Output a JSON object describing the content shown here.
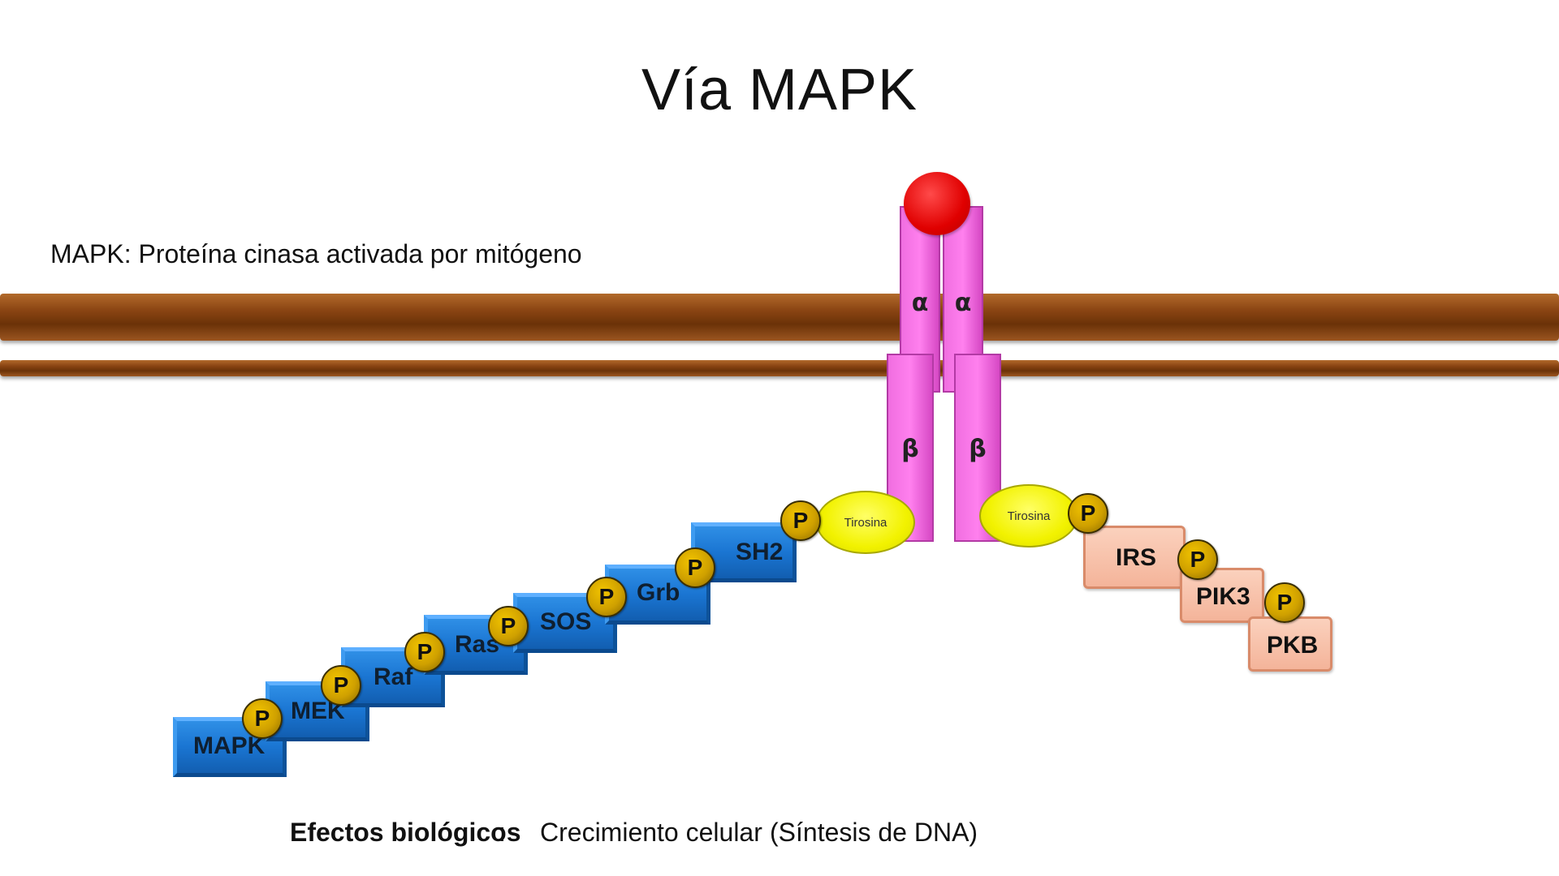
{
  "title": "Vía MAPK",
  "subtitle": "MAPK: Proteína cinasa activada por mitógeno",
  "receptor": {
    "alpha_left": "α",
    "alpha_right": "α",
    "beta_left": "β",
    "beta_right": "β",
    "tyrosine_left": "Tirosina",
    "tyrosine_right": "Tirosina"
  },
  "phospho_label": "P",
  "mapk_cascade": [
    "SH2",
    "Grb",
    "SOS",
    "Ras",
    "Raf",
    "MEK",
    "MAPK"
  ],
  "pi3k_cascade": [
    "IRS",
    "PIK3",
    "PKB"
  ],
  "footer": {
    "label": "Efectos biológicos",
    "colon": ":",
    "effect": "Crecimiento celular",
    "detail": "(Síntesis de DNA)"
  },
  "colors": {
    "membrane": "#8b4513",
    "receptor": "#ff66e8",
    "ligand": "#e00000",
    "tyrosine": "#f2f200",
    "phosphate": "#cfa000",
    "mapk_boxes": "#1a75d2",
    "pi3k_boxes": "#f8c2aa"
  }
}
